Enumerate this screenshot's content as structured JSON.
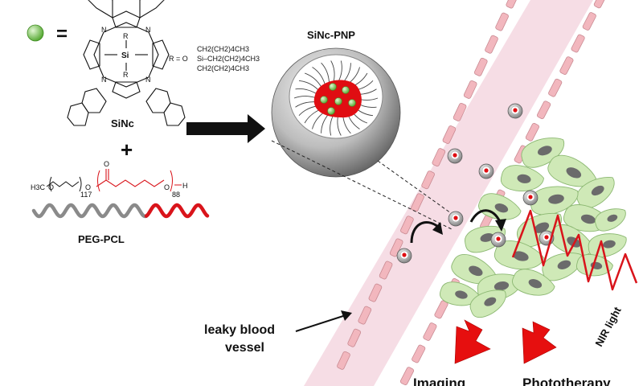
{
  "sinc_label": "SiNc",
  "silicon_label": "Si",
  "r_label": "R",
  "nitrogen_label": "N",
  "r_definition": {
    "prefix": "R = O",
    "chain_1": "CH2(CH2)4CH3",
    "chain_2": "Si–CH2(CH2)4CH3",
    "chain_3": "CH2(CH2)4CH3"
  },
  "equals_sign": "=",
  "plus_sign": "+",
  "polymer": {
    "h3c_label": "H3C",
    "o_label": "O",
    "peg_repeat": "117",
    "pcl_repeat": "88",
    "end_h": "H",
    "name": "PEG-PCL"
  },
  "nanoparticle_label": "SiNc-PNP",
  "vessel_label_line1": "leaky blood",
  "vessel_label_line2": "vessel",
  "light_label": "NIR light",
  "outcome_1": "Imaging",
  "outcome_2": "Phototherapy",
  "colors": {
    "pcl_red": "#d9141b",
    "peg_gray": "#8a8a8a",
    "vessel_pink": "#f6dde5",
    "vessel_cell": "#f2b7be",
    "tumor_green": "#cfe9b7",
    "nucleus": "#6b6b6b",
    "arrow_red": "#e60f0f",
    "dye_green": "#6fc24a"
  }
}
